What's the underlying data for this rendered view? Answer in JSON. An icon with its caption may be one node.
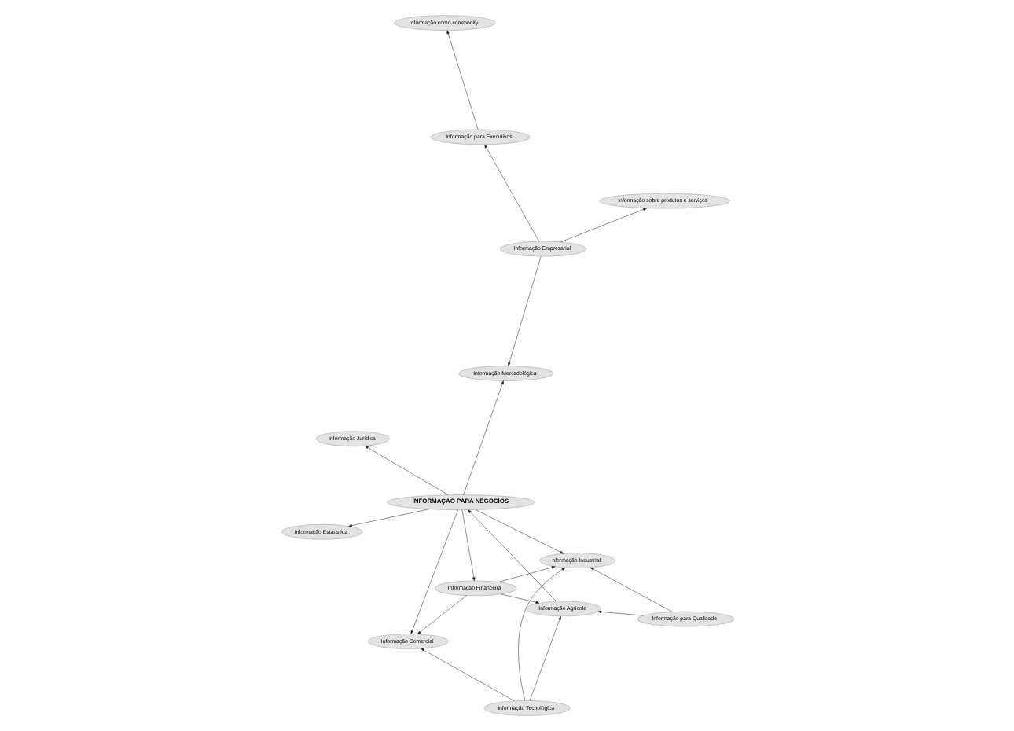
{
  "diagram": {
    "nodes": [
      {
        "text": [
          "Informação Mercadológica"
        ]
      },
      {
        "text": [
          "Informação para Executivos"
        ]
      },
      {
        "text": [
          "Informação Estatística"
        ]
      },
      {
        "text": [
          "Informação Empresarial"
        ]
      },
      {
        "text": [
          "Informação como commodity"
        ]
      },
      {
        "text": [
          "Informação Jurídica"
        ]
      },
      {
        "text": [
          "INFORMAÇÃO PARA NEGÓCIOS"
        ]
      },
      {
        "text": [
          "Informação sobre produtos e serviços"
        ]
      },
      {
        "text": [
          "Informação Financeira"
        ]
      },
      {
        "text": [
          "Informação Agrícola"
        ]
      },
      {
        "text": [
          "Informação Tecnológica"
        ]
      },
      {
        "text": [
          "nformação Industrial"
        ]
      },
      {
        "text": [
          "Informação para Qualidade"
        ]
      },
      {
        "text": [
          "Informação Comercial"
        ]
      }
    ],
    "edges": [
      {
        "from": 6,
        "to": 0,
        "arrow": "to"
      },
      {
        "from": 6,
        "to": 2,
        "arrow": "to"
      },
      {
        "from": 6,
        "to": 5,
        "arrow": "to"
      },
      {
        "from": 6,
        "to": 8,
        "arrow": "to"
      },
      {
        "from": 9,
        "to": 6,
        "arrow": "to"
      },
      {
        "from": 6,
        "to": 11,
        "arrow": "to"
      },
      {
        "from": 6,
        "to": 13,
        "arrow": "to"
      },
      {
        "from": 3,
        "to": 0,
        "arrow": "to"
      },
      {
        "from": 3,
        "to": 1,
        "arrow": "to"
      },
      {
        "from": 3,
        "to": 7,
        "arrow": "to"
      },
      {
        "from": 1,
        "to": 4,
        "arrow": "to"
      },
      {
        "from": 8,
        "to": 9,
        "arrow": "to"
      },
      {
        "from": 8,
        "to": 11,
        "arrow": "to"
      },
      {
        "from": 8,
        "to": 13,
        "arrow": "to"
      },
      {
        "from": 12,
        "to": 9,
        "arrow": "to"
      },
      {
        "from": 12,
        "to": 11,
        "arrow": "to"
      },
      {
        "from": 10,
        "to": 9,
        "arrow": "to"
      },
      {
        "from": 10,
        "to": 11,
        "arrow": "to"
      },
      {
        "from": 10,
        "to": 13,
        "arrow": "to"
      }
    ]
  }
}
